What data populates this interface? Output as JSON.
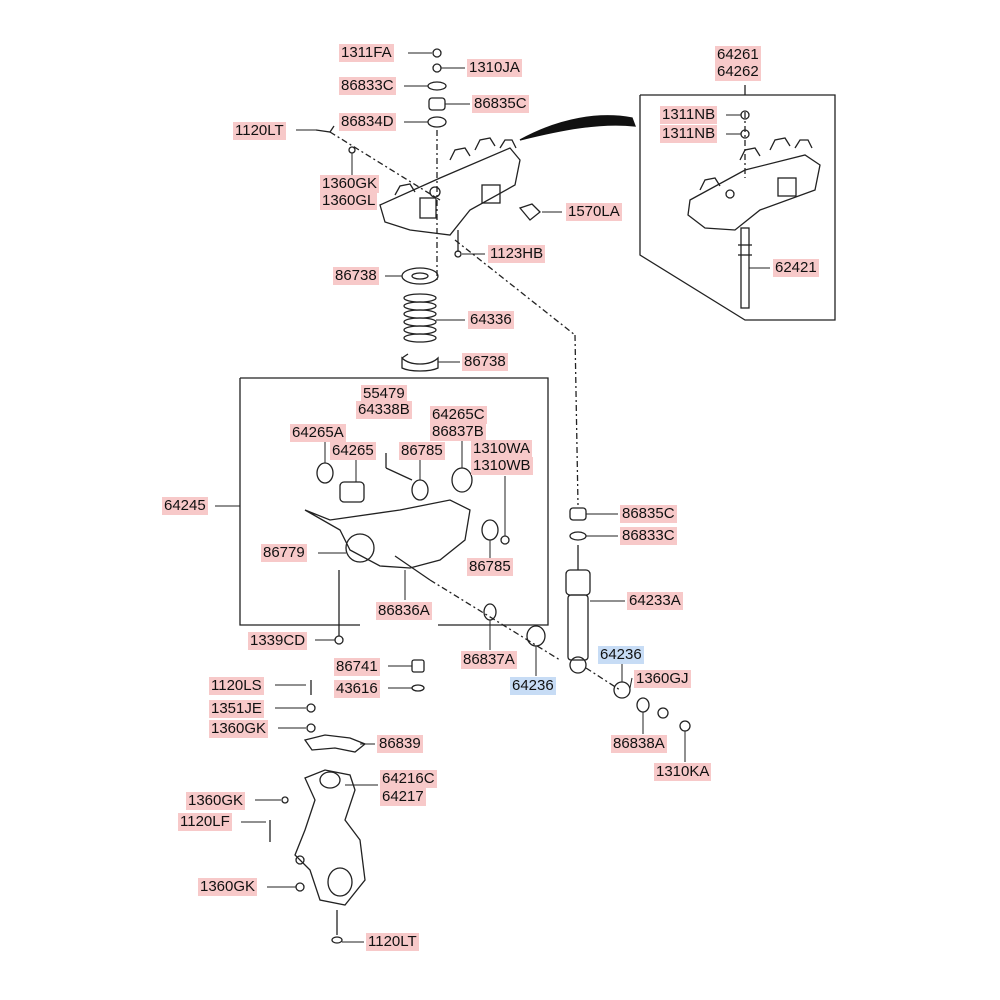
{
  "colors": {
    "part_label": "#f7c9c9",
    "highlight_label": "#c7dcf5",
    "line": "#222222"
  },
  "labels": {
    "p1311FA": "1311FA",
    "p1310JA": "1310JA",
    "p86833C_top": "86833C",
    "p86835C_top": "86835C",
    "p86834D": "86834D",
    "p1120LT_top": "1120LT",
    "p1360GK_top": "1360GK",
    "p1360GL": "1360GL",
    "p1570LA": "1570LA",
    "p1123HB": "1123HB",
    "p64261": "64261",
    "p64262": "64262",
    "p1311NB_a": "1311NB",
    "p1311NB_b": "1311NB",
    "p62421": "62421",
    "p86738_top": "86738",
    "p64336": "64336",
    "p86738_bot": "86738",
    "p55479": "55479",
    "p64338B": "64338B",
    "p64265C": "64265C",
    "p86837B": "86837B",
    "p64265A": "64265A",
    "p64265": "64265",
    "p86785_top": "86785",
    "p1310WA": "1310WA",
    "p1310WB": "1310WB",
    "p64245": "64245",
    "p86779": "86779",
    "p86785_bot": "86785",
    "p86836A": "86836A",
    "p1339CD": "1339CD",
    "p86835C_mid": "86835C",
    "p86833C_mid": "86833C",
    "p64233A": "64233A",
    "p86837A": "86837A",
    "p64236_a": "64236",
    "p64236_b": "64236",
    "p1360GJ": "1360GJ",
    "p86838A": "86838A",
    "p1310KA": "1310KA",
    "p86741": "86741",
    "p43616": "43616",
    "p1120LS": "1120LS",
    "p1351JE": "1351JE",
    "p1360GK_mid": "1360GK",
    "p86839": "86839",
    "p64216C": "64216C",
    "p64217": "64217",
    "p1360GK_low1": "1360GK",
    "p1120LF": "1120LF",
    "p1360GK_low2": "1360GK",
    "p1120LT_bot": "1120LT"
  }
}
